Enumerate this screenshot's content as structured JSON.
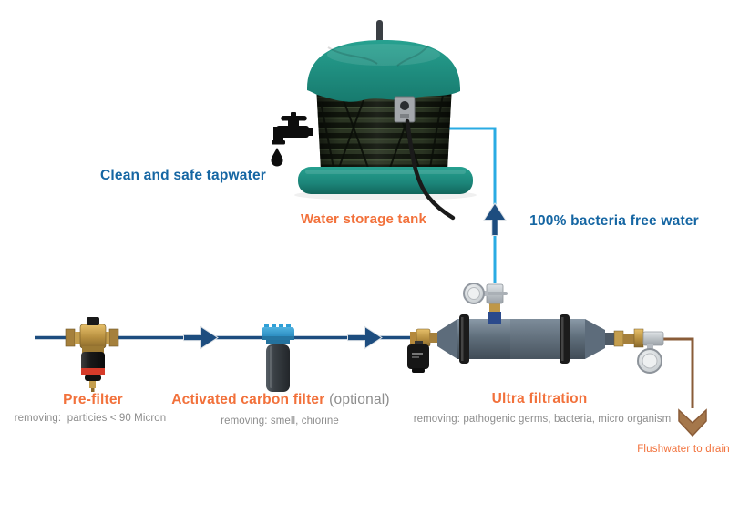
{
  "labels": {
    "clean_tapwater": "Clean and safe tapwater",
    "water_storage_tank": "Water storage tank",
    "bacteria_free_water": "100% bacteria free water",
    "flushwater_to_drain": "Flushwater to drain"
  },
  "stages": [
    {
      "name": "Pre-filter",
      "removal": "removing:  particies < 90 Micron"
    },
    {
      "name": "Activated carbon filter",
      "note": "(optional)",
      "removal": "removing: smell, chiorine"
    },
    {
      "name": "Ultra filtration",
      "removal": "removing: pathogenic germs, bacteria, micro organism"
    }
  ],
  "icons": {
    "tap": "tap-icon",
    "water_drop": "water-drop-icon",
    "flow_arrow": "flow-arrow-icon",
    "up_arrow": "up-arrow-icon",
    "down_arrow": "down-arrow-icon"
  },
  "colors": {
    "heading_blue": "#1566a3",
    "accent_orange": "#f2713b",
    "pipe_navy": "#1d4d7f",
    "clean_water_blue": "#2aabe3",
    "drain_brown": "#8a5c38",
    "tank_teal": "#1f8d80",
    "note_gray": "#8d8d8d"
  }
}
